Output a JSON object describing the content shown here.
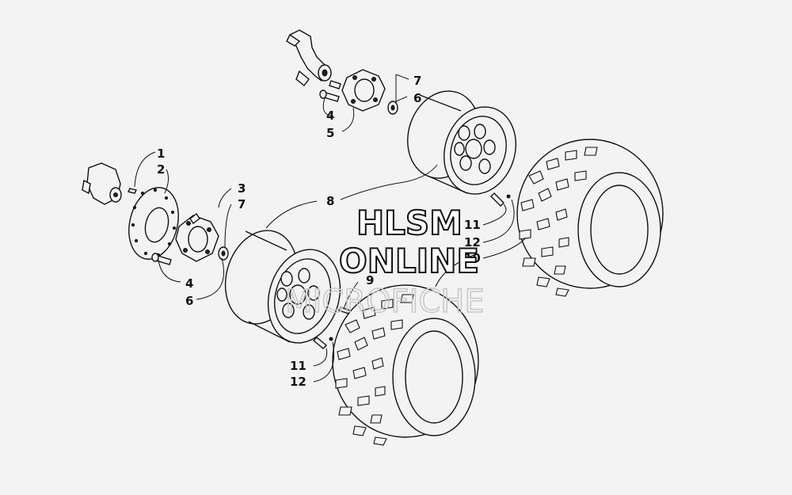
{
  "watermark": {
    "line1": "HLSM",
    "line2": "ONLINE",
    "line3": "MICROFICHE"
  },
  "callouts": {
    "c1": "1",
    "c2": "2",
    "c3": "3",
    "c7a": "7",
    "c4a": "4",
    "c6a": "6",
    "c8": "8",
    "c9": "9",
    "c11a": "11",
    "c12a": "12",
    "c7b": "7",
    "c6b": "6",
    "c4b": "4",
    "c5": "5",
    "c11b": "11",
    "c12b": "12",
    "c10": "10"
  }
}
